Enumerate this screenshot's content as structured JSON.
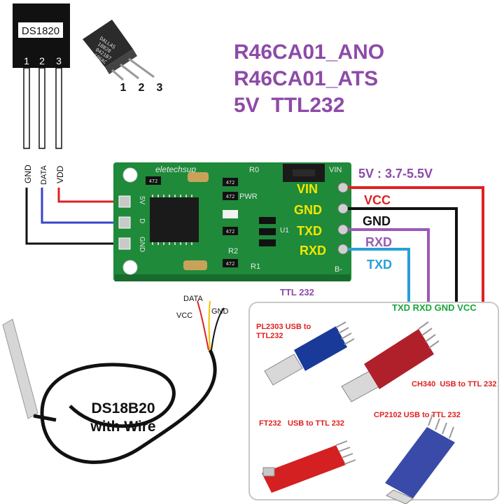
{
  "header": {
    "line1": "R46CA01_ANO",
    "line2": "R46CA01_ATS",
    "line3": "5V  TTL232"
  },
  "colors": {
    "title": "#8e4aa8",
    "pcb": "#1f8a3a",
    "vcc": "#e02020",
    "gnd": "#111111",
    "rxd": "#9b59b6",
    "txd": "#2a9fd6",
    "pin_label": "#f3e600",
    "bottom_label": "#1aa53a"
  },
  "sensor_chip": {
    "name": "DS1820",
    "pins": [
      "1",
      "2",
      "3"
    ],
    "pin_functions": [
      "GND",
      "DATA",
      "VDD"
    ]
  },
  "sensor_photo": {
    "marking": [
      "DALLAS",
      "18B20",
      "0421B7",
      "106AC"
    ],
    "pins": [
      "1",
      "2",
      "3"
    ]
  },
  "board": {
    "brand": "eletechsup",
    "silk_left": [
      "5V",
      "D",
      "GND"
    ],
    "silk_labels": [
      "R0",
      "PWR",
      "R2",
      "R1",
      "VIN",
      "U1",
      "B-"
    ],
    "resistor_marks": [
      "472",
      "472",
      "472",
      "472",
      "472"
    ],
    "pin_labels": [
      "VIN",
      "GND",
      "TXD",
      "RXD"
    ],
    "supply_note": "5V : 3.7-5.5V"
  },
  "connections": [
    "VCC",
    "GND",
    "RXD",
    "TXD"
  ],
  "ttl_label": "TTL 232",
  "bottom_pins": "TXD RXD GND VCC",
  "wire_labels": [
    "DATA",
    "VCC",
    "GND"
  ],
  "probe_caption": [
    "DS18B20",
    "with Wire"
  ],
  "adapters": [
    {
      "label1": "PL2303 USB to",
      "label2": "TTL232"
    },
    {
      "label1": "CH340  USB to TTL 232"
    },
    {
      "label1": "FT232   USB to TTL 232"
    },
    {
      "label1": "CP2102 USB to TTL 232"
    }
  ]
}
